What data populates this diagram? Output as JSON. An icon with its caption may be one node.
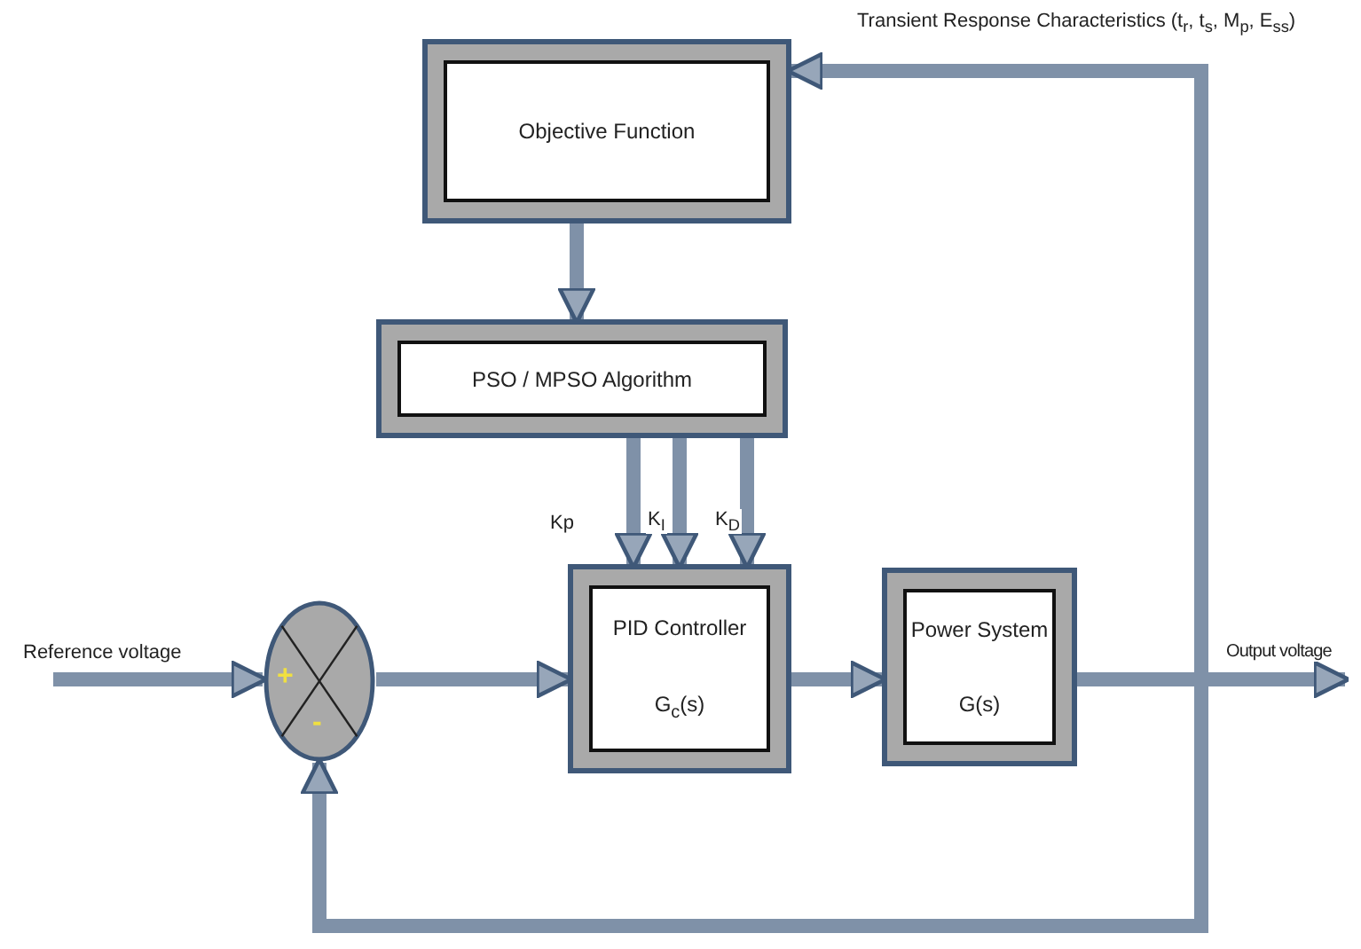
{
  "diagram": {
    "nodes": [
      {
        "text": [
          "Objective Function"
        ]
      },
      {
        "text": [
          "PSO / MPSO Algorithm"
        ]
      },
      {
        "text": [
          "+",
          "-"
        ]
      },
      {
        "text": [
          "PID Controller",
          "G$_{c}$(s)"
        ]
      },
      {
        "text": [
          "Power System",
          "G(s)"
        ]
      }
    ],
    "edges": [
      {
        "from": null,
        "to": 2,
        "arrow": "to",
        "label": "Reference voltage"
      },
      {
        "from": 2,
        "to": 3,
        "arrow": "to"
      },
      {
        "from": 3,
        "to": 4,
        "arrow": "to"
      },
      {
        "from": 4,
        "to": null,
        "arrow": "to",
        "label": "Output voltage"
      },
      {
        "from": 4,
        "to": 0,
        "arrow": "to",
        "label": "Transient Response Characteristics (t$_{r}$, t$_{s}$, M$_{p}$, E$_{ss}$)"
      },
      {
        "from": 4,
        "to": 2,
        "arrow": "to"
      },
      {
        "from": 0,
        "to": 1,
        "arrow": "to"
      },
      {
        "from": 1,
        "to": 3,
        "arrow": "to",
        "label": "Kp"
      },
      {
        "from": 1,
        "to": 3,
        "arrow": "to",
        "label": "K$_{I}$"
      },
      {
        "from": 1,
        "to": 3,
        "arrow": "to",
        "label": "K$_{D}$"
      }
    ]
  }
}
